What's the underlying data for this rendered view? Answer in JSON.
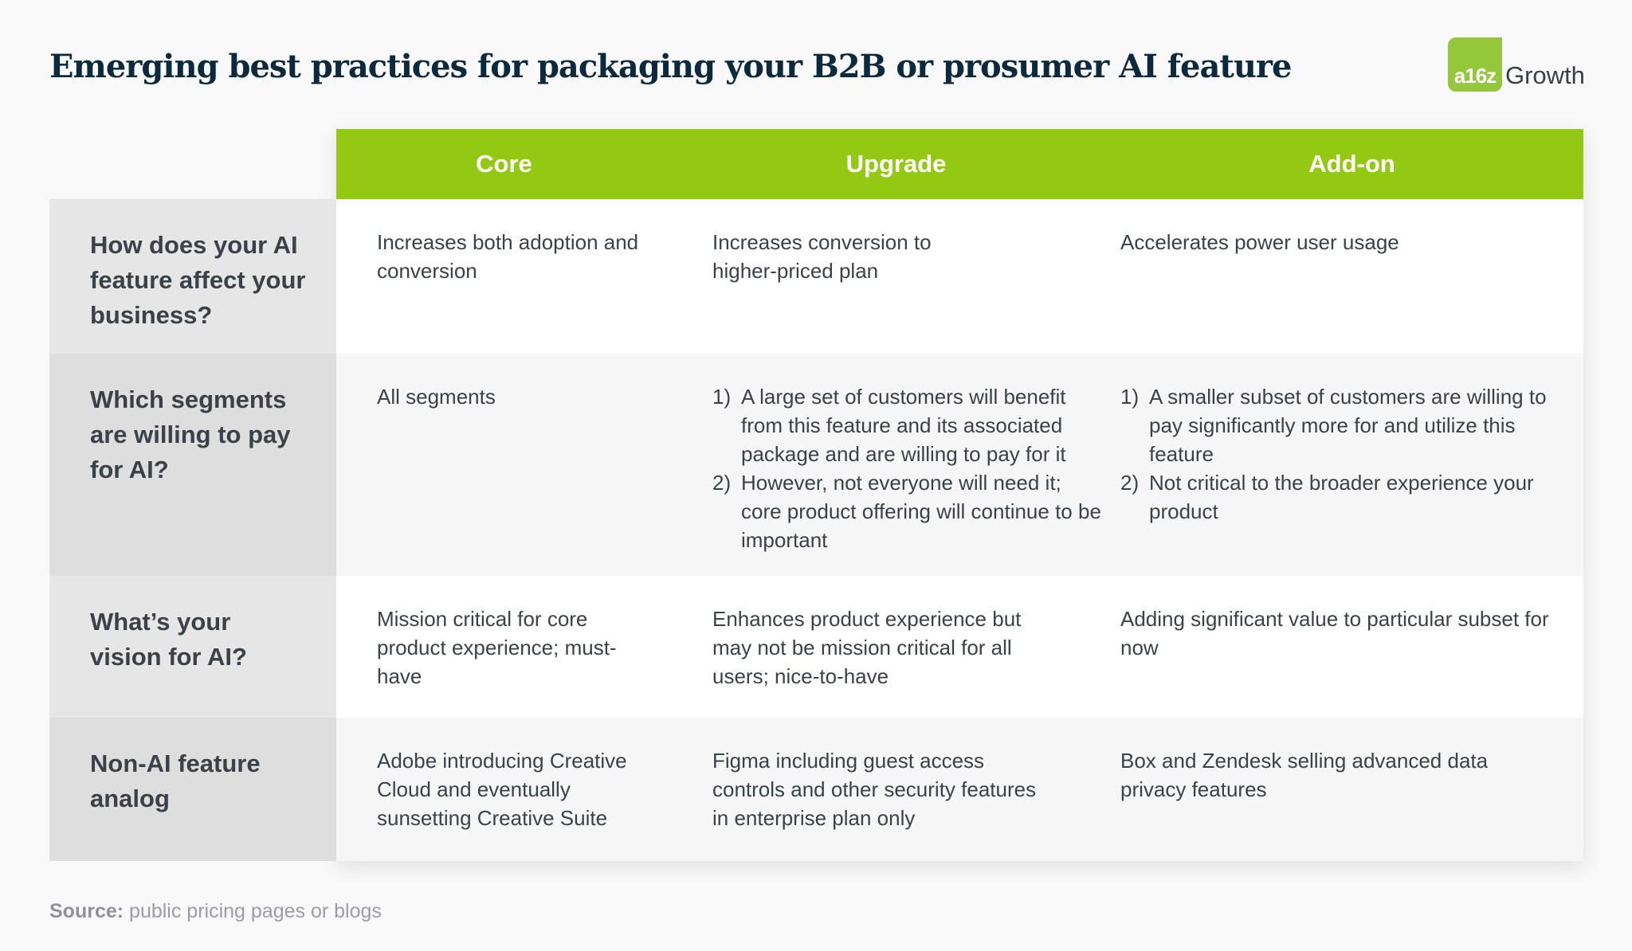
{
  "title": "Emerging best practices for packaging your B2B or prosumer AI feature",
  "logo": {
    "badge": "a16z",
    "text": "Growth"
  },
  "colors": {
    "accent": "#94c913",
    "title": "#0c2a3e",
    "text": "#3c4148"
  },
  "columns": [
    "Core",
    "Upgrade",
    "Add-on"
  ],
  "rows": [
    {
      "label": "How does your AI feature affect your business?",
      "core": "Increases both adoption and conversion",
      "upgrade": "Increases conversion to higher-priced plan",
      "addon": "Accelerates power user usage"
    },
    {
      "label": "Which segments are willing to pay for AI?",
      "core": "All segments",
      "upgrade": [
        {
          "n": "1)",
          "t": "A large set of customers will benefit from this feature and its associated package and are willing to pay for it"
        },
        {
          "n": "2)",
          "t": "However, not everyone will need it; core product offering will continue to be important"
        }
      ],
      "addon": [
        {
          "n": "1)",
          "t": "A smaller subset of customers are willing to pay significantly more for and utilize this feature"
        },
        {
          "n": "2)",
          "t": "Not critical to the broader experience your product"
        }
      ]
    },
    {
      "label": "What’s your vision for AI?",
      "core": "Mission critical for core product experience; must-have",
      "upgrade": "Enhances product experience but may not be mission critical for all users; nice-to-have",
      "addon": "Adding significant value to particular subset for now"
    },
    {
      "label": "Non-AI feature analog",
      "core": "Adobe introducing Creative Cloud and eventually sunsetting Creative Suite",
      "upgrade": "Figma including guest access controls and other security features in enterprise plan only",
      "addon": "Box and Zendesk selling advanced data privacy features"
    }
  ],
  "source": {
    "label": "Source:",
    "text": " public pricing pages or blogs"
  }
}
